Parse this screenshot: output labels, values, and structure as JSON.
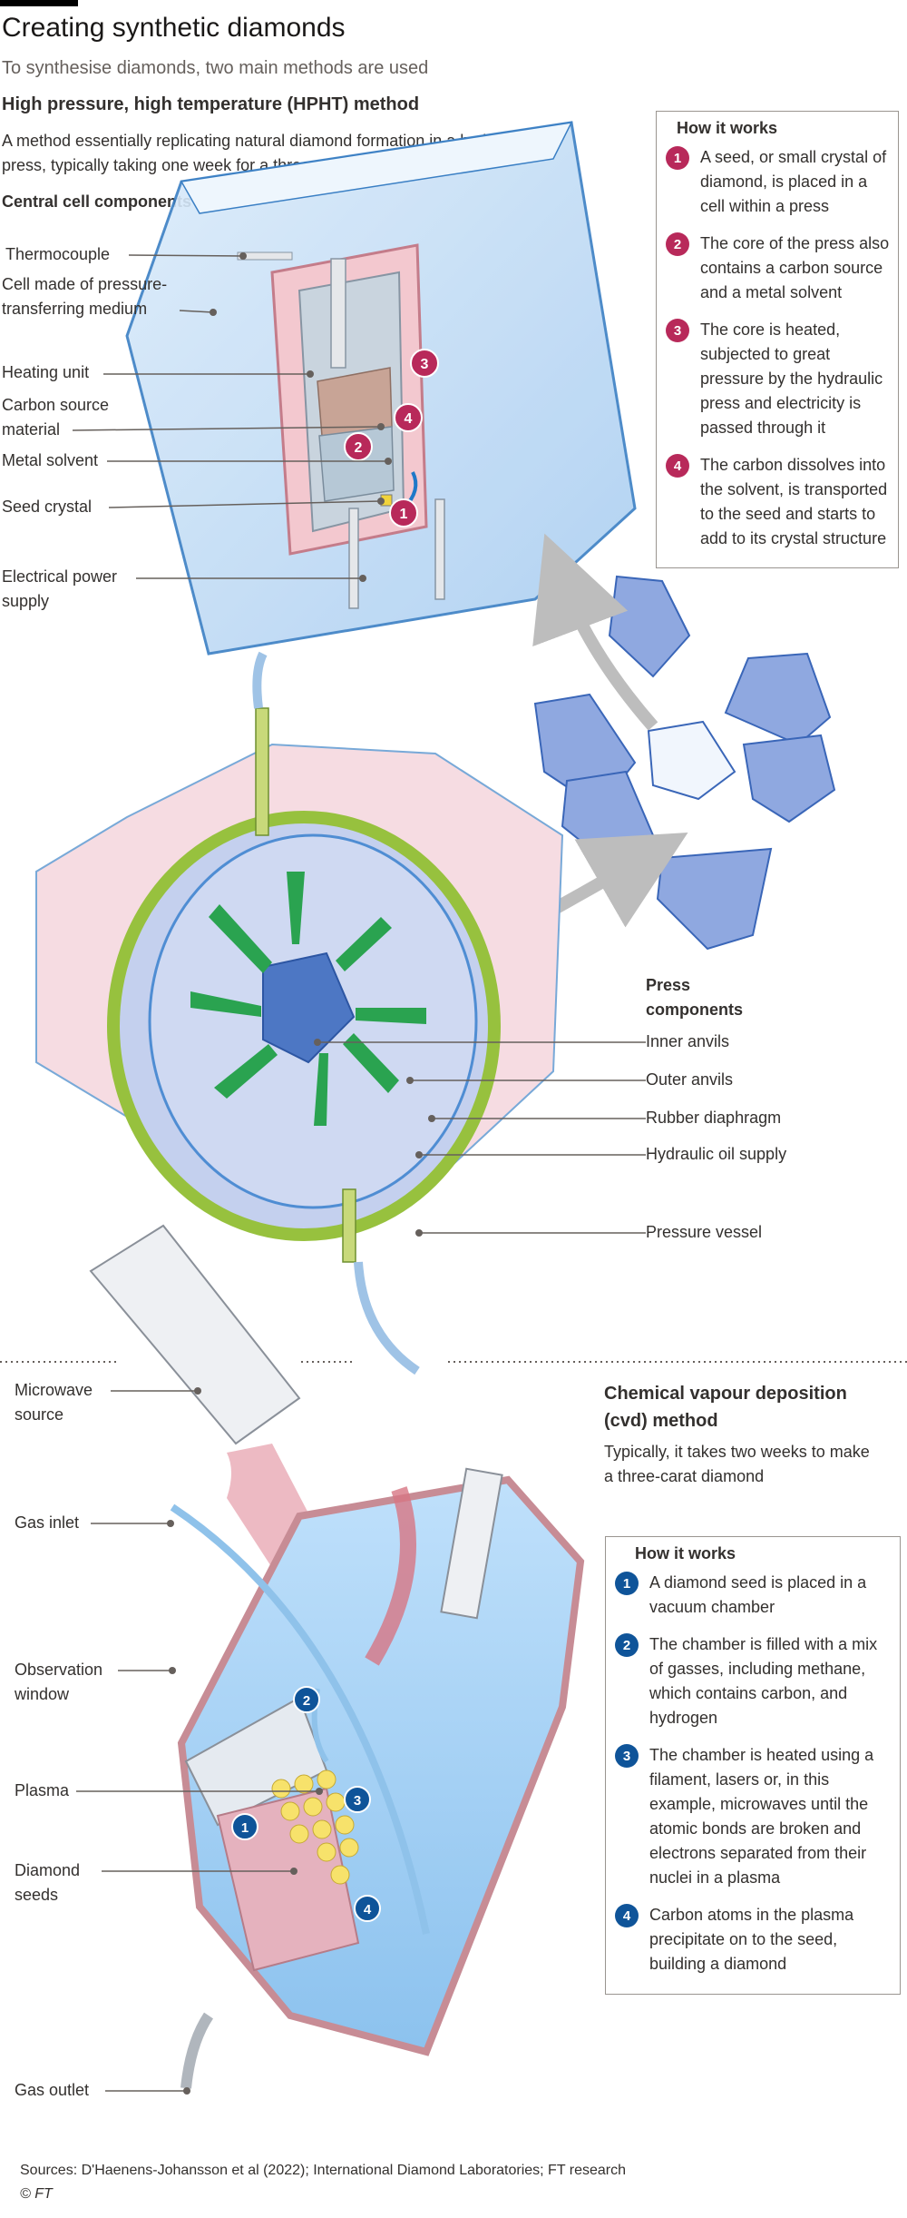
{
  "title": "Creating synthetic diamonds",
  "subtitle": "To synthesise diamonds, two main methods are used",
  "hpht": {
    "heading": "High pressure, high temperature (HPHT) method",
    "description": "A method essentially replicating natural diamond formation in a hydraulic press, typically taking one week for a three-carat diamond",
    "cell_heading": "Central cell components",
    "cell_labels": [
      "Thermocouple",
      "Cell made of pressure-transferring medium",
      "Heating unit",
      "Carbon source material",
      "Metal solvent",
      "Seed crystal",
      "Electrical power supply"
    ],
    "how_title": "How it works",
    "steps": [
      {
        "n": "1",
        "text": "A seed, or small crystal of diamond, is placed in a cell within a press"
      },
      {
        "n": "2",
        "text": "The core of the press also contains a carbon source and a metal solvent"
      },
      {
        "n": "3",
        "text": "The core is heated, subjected to great pressure by the hydraulic press and electricity is passed through it"
      },
      {
        "n": "4",
        "text": "The carbon dissolves into the solvent, is transported to the seed and starts to add to its crystal structure"
      }
    ],
    "press_heading": "Press components",
    "press_labels": [
      "Inner anvils",
      "Outer anvils",
      "Rubber diaphragm",
      "Hydraulic oil supply",
      "Pressure vessel"
    ]
  },
  "cvd": {
    "heading": "Chemical vapour deposition (cvd) method",
    "description": "Typically, it takes two weeks to make a three-carat diamond",
    "labels": [
      "Microwave source",
      "Gas inlet",
      "Observation window",
      "Plasma",
      "Diamond seeds",
      "Gas outlet"
    ],
    "how_title": "How it works",
    "steps": [
      {
        "n": "1",
        "text": "A diamond seed is placed in a vacuum chamber"
      },
      {
        "n": "2",
        "text": "The chamber is filled with a mix of gasses, including methane, which contains carbon, and hydrogen"
      },
      {
        "n": "3",
        "text": "The chamber is heated using a filament, lasers or, in this example, microwaves until the atomic bonds are broken and electrons separated from their nuclei in a plasma"
      },
      {
        "n": "4",
        "text": "Carbon atoms in the plasma precipitate on to the seed, building a diamond"
      }
    ]
  },
  "sources": "Sources: D'Haenens-Johansson et al (2022);  International Diamond Laboratories; FT research",
  "credit": "© FT",
  "colors": {
    "hpht_accent": "#b8295a",
    "cvd_accent": "#0f5499"
  }
}
